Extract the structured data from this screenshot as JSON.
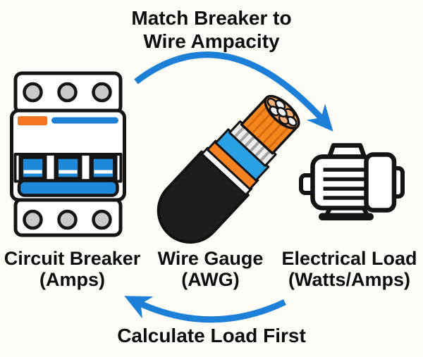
{
  "title": {
    "line1": "Match Breaker to",
    "line2": "Wire Ampacity"
  },
  "bottom_label": "Calculate Load First",
  "nodes": [
    {
      "id": "circuit-breaker",
      "label_line1": "Circuit Breaker",
      "label_line2": "(Amps)",
      "icon": "circuit-breaker-icon"
    },
    {
      "id": "wire-gauge",
      "label_line1": "Wire Gauge",
      "label_line2": "(AWG)",
      "icon": "wire-cable-icon"
    },
    {
      "id": "electrical-load",
      "label_line1": "Electrical Load",
      "label_line2": "(Watts/Amps)",
      "icon": "electric-motor-icon"
    }
  ],
  "colors": {
    "background": "#fdfcf6",
    "arrow_blue": "#1c80d8",
    "breaker_indicator_orange": "#f47421",
    "breaker_indicator_blue": "#1b7fd4",
    "toggle_blue": "#1e88d9",
    "cable_sheath_black": "#1d1d1d",
    "cable_insulation_orange": "#f58220",
    "cable_layer_blue": "#2aa0e5",
    "cable_conductor_orange": "#f6871f",
    "terminal_gray": "#c9c9c9",
    "text_black": "#0e0e0e"
  }
}
